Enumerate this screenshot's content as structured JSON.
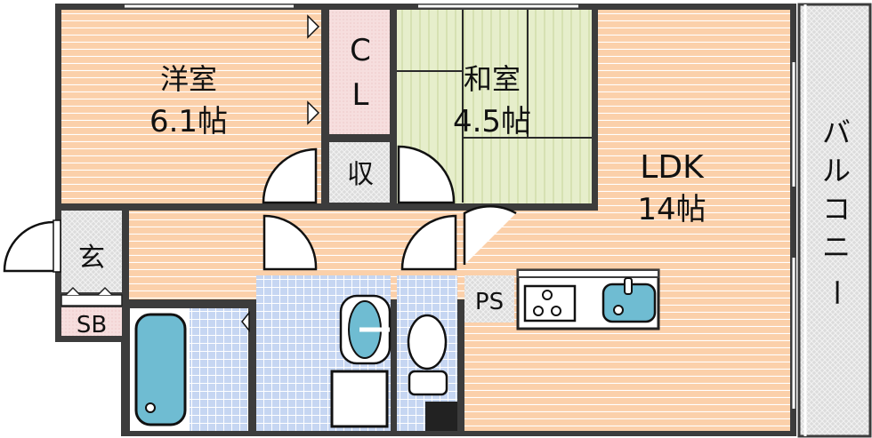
{
  "rooms": {
    "western": {
      "name": "洋室",
      "size": "6.1帖"
    },
    "closet": {
      "line1": "C",
      "line2": "L"
    },
    "storage": {
      "name": "収"
    },
    "japanese": {
      "name": "和室",
      "size": "4.5帖"
    },
    "ldk": {
      "name": "LDK",
      "size": "14帖"
    },
    "entrance": {
      "name": "玄"
    },
    "shoe_box": {
      "name": "SB"
    },
    "pipe_space": {
      "name": "PS"
    },
    "balcony": {
      "chars": [
        "バ",
        "ル",
        "コ",
        "ニ",
        "ー"
      ]
    }
  },
  "colors": {
    "wall": "#3c3c3c",
    "wood_floor": "#fbd0aa",
    "tatami": "#e3ecc6",
    "tile": "#c6d6f2",
    "fixture": "#6fbcd2",
    "closet": "#f6dede",
    "gray_floor": "#d9d9d9"
  }
}
